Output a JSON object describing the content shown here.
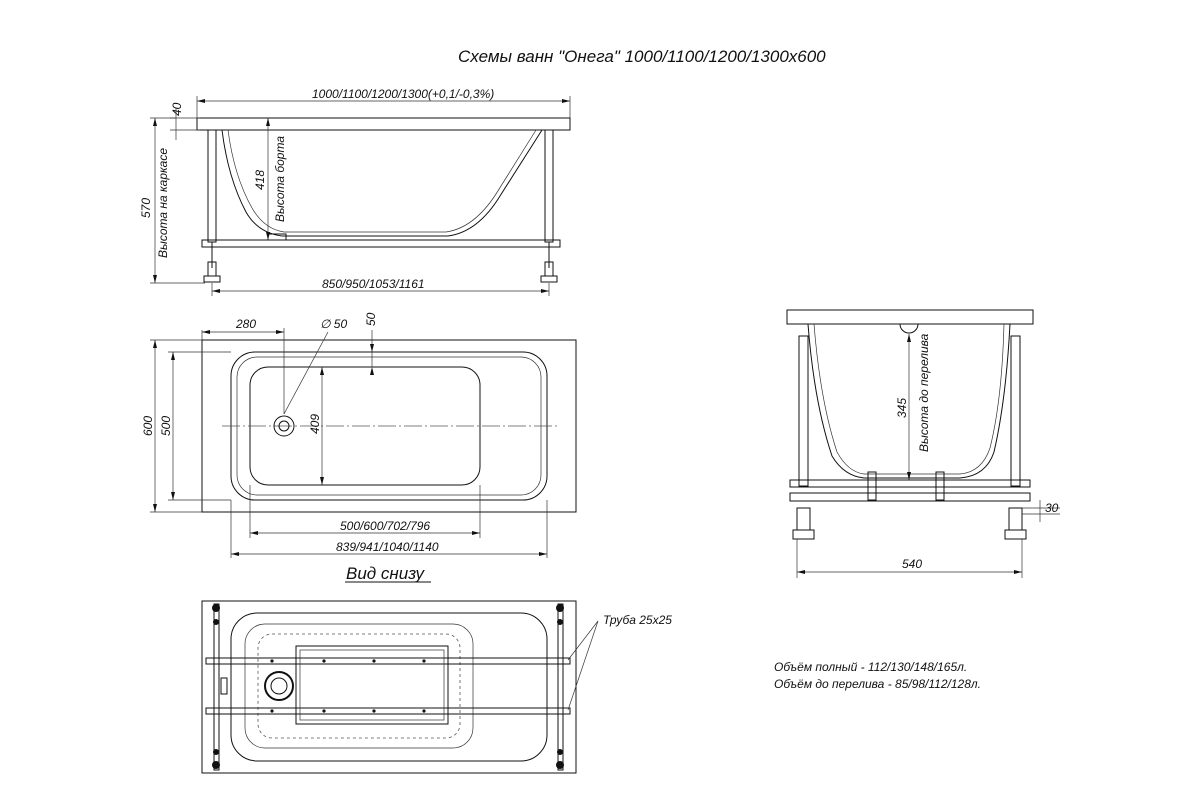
{
  "title": "Схемы ванн \"Онега\" 1000/1100/1200/1300х600",
  "side_view": {
    "length_label": "1000/1100/1200/1300(+0,1/-0,3%)",
    "rim_label": "40",
    "frame_height_value": "570",
    "frame_height_label": "Высота на каркасе",
    "rim_height_value": "418",
    "rim_height_label": "Высота борта",
    "legs_span_label": "850/950/1053/1161"
  },
  "top_view": {
    "drain_offset_label": "280",
    "drain_diameter_label": "∅ 50",
    "edge_offset_label": "50",
    "width_outer_label": "600",
    "width_inner_label": "500",
    "bottom_width_label": "409",
    "bottom_length_label": "500/600/702/796",
    "inner_length_label": "839/941/1040/1140"
  },
  "bottom_view": {
    "heading": "Вид снизу",
    "pipe_label": "Труба 25х25"
  },
  "end_view": {
    "overflow_height_value": "345",
    "overflow_height_label": "Высота до перелива",
    "frame_offset_label": "30",
    "legs_width_label": "540"
  },
  "volumes": {
    "full": "Объём полный - 112/130/148/165л.",
    "overflow": "Объём до перелива - 85/98/112/128л."
  }
}
